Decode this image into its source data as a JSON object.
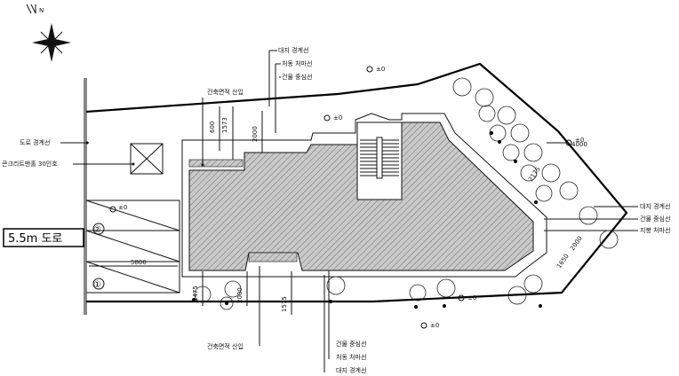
{
  "north": {
    "label": "N",
    "icon": "north-arrow-icon"
  },
  "road": {
    "label": "5.5m 도로",
    "lane_1": "①",
    "lane_2": "②",
    "dim": "5800",
    "level": "±0"
  },
  "boundary_labels": {
    "road_boundary": "도로 경계선",
    "top": [
      "대지 경계선",
      "처동 처마선",
      "건물 중심선"
    ],
    "bottom": [
      "건물 중심선",
      "처동 처마선",
      "대지 경계선"
    ],
    "right": [
      "대지 경계선",
      "건물 중심선",
      "지붕 처마선"
    ]
  },
  "building_area_label": "건축면적 산입",
  "building_area_label_bottom": "건축면적 산입",
  "manhole_label": "콘크리트맨홀 30인호",
  "levels": [
    "±0",
    "±0",
    "±0",
    "±0",
    "±0"
  ],
  "dimensions": {
    "top_a": "1573",
    "top_b": "2000",
    "top_c": "600",
    "bottom_a": "2475",
    "bottom_b": "2000",
    "bottom_c": "1575",
    "right_a": "4000",
    "right_b": "2000",
    "right_c": "1650",
    "right_d": "2175"
  }
}
